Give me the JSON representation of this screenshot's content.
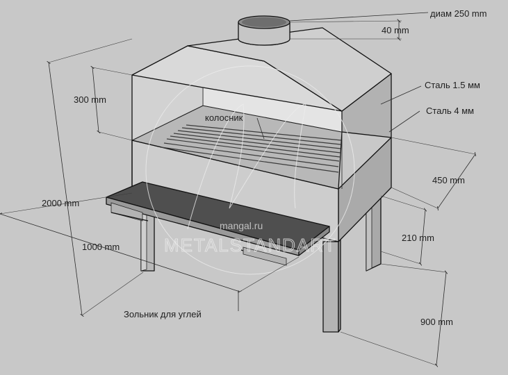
{
  "labels": {
    "pipe_diameter": "диам 250 mm",
    "pipe_height": "40 mm",
    "steel_thin": "Сталь 1.5 мм",
    "steel_thick": "Сталь 4 мм",
    "opening_height": "300 mm",
    "grate": "колосник",
    "total_height": "2000 mm",
    "depth": "450 mm",
    "firebox_height": "210 mm",
    "width": "1000  mm",
    "ash_tray": "Зольник для углей",
    "leg_height": "900 mm"
  },
  "watermark": {
    "site": "mangal.ru",
    "brand": "METALSTANDART"
  }
}
